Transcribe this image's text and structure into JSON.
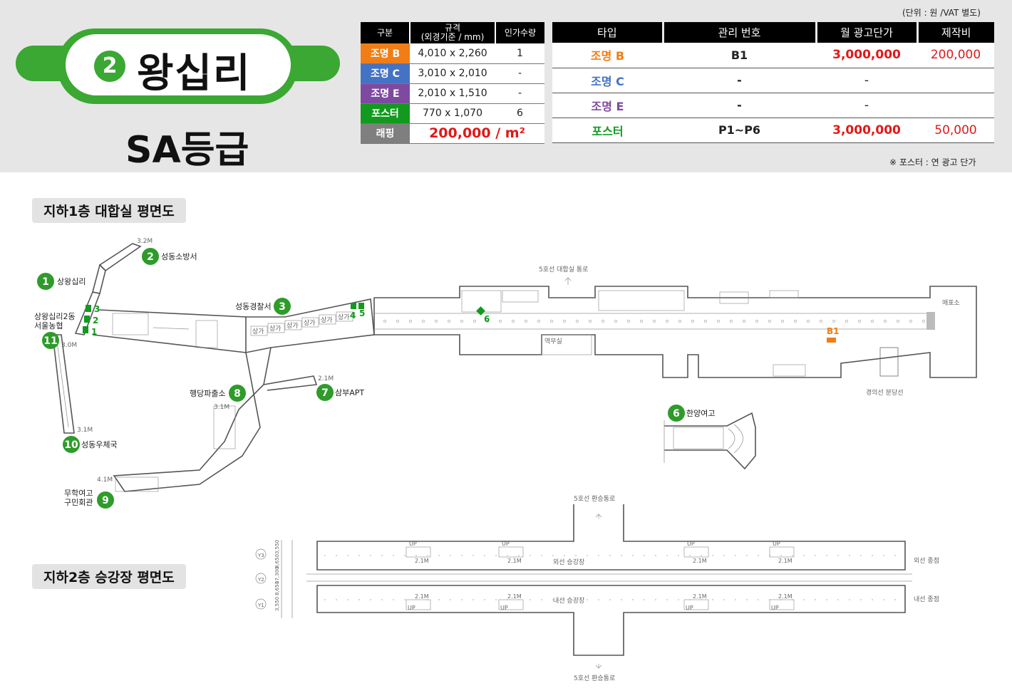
{
  "unit_note": "(단위 : 원 /VAT 별도)",
  "station": {
    "line_number": "2",
    "name": "왕십리",
    "grade": "SA등급"
  },
  "spec_table": {
    "headers": [
      "구분",
      "규격\n(외경기준 / mm)",
      "인가수량"
    ],
    "rows": [
      {
        "label": "조명 B",
        "color": "#f07d16",
        "size": "4,010 x 2,260",
        "qty": "1"
      },
      {
        "label": "조명 C",
        "color": "#4472c4",
        "size": "3,010 x 2,010",
        "qty": "-"
      },
      {
        "label": "조명 E",
        "color": "#7e4aa0",
        "size": "2,010 x 1,510",
        "qty": "-"
      },
      {
        "label": "포스터",
        "color": "#129a1e",
        "size": "770 x 1,070",
        "qty": "6"
      }
    ],
    "wrap": {
      "label": "래핑",
      "color": "#7f7f7f",
      "value": "200,000 / m²"
    }
  },
  "price_table": {
    "headers": [
      "타입",
      "관리 번호",
      "월 광고단가",
      "제작비"
    ],
    "rows": [
      {
        "type": "조명 B",
        "color": "#f07d16",
        "mgmt": "B1",
        "price": "3,000,000",
        "prod": "200,000"
      },
      {
        "type": "조명 C",
        "color": "#4472c4",
        "mgmt": "-",
        "price": "-",
        "prod": ""
      },
      {
        "type": "조명 E",
        "color": "#7e4aa0",
        "mgmt": "-",
        "price": "-",
        "prod": ""
      },
      {
        "type": "포스터",
        "color": "#129a1e",
        "mgmt": "P1~P6",
        "price": "3,000,000",
        "prod": "50,000"
      }
    ]
  },
  "poster_note": "※ 포스터 : 연 광고 단가",
  "floor1": {
    "title": "지하1층 대합실 평면도",
    "exits": [
      {
        "num": "1",
        "name": "상왕십리"
      },
      {
        "num": "2",
        "name": "성동소방서"
      },
      {
        "num": "3",
        "name": "성동경찰서"
      },
      {
        "num": "6",
        "name": "한양여고"
      },
      {
        "num": "7",
        "name": "삼부APT"
      },
      {
        "num": "8",
        "name": "행당파출소"
      },
      {
        "num": "9",
        "name": "무학여고\n구민회관"
      },
      {
        "num": "10",
        "name": "성동우체국"
      },
      {
        "num": "11",
        "name": "상왕십리2동\n서울농협"
      }
    ],
    "poster_marks": [
      "1",
      "2",
      "3",
      "4",
      "5",
      "6"
    ],
    "widths": [
      "3.2M",
      "3.0M",
      "3.1M",
      "3.1M",
      "4.1M",
      "2.1M"
    ],
    "shops": [
      "상가",
      "상가",
      "상가",
      "상가",
      "상가",
      "상가"
    ],
    "labels": {
      "line5_hall": "5호선 대합실 통로",
      "ticket": "매표소",
      "station_office": "역무실",
      "gyeongui": "경의선 분당선",
      "b1": "B1"
    }
  },
  "floor2": {
    "title": "지하2층 승강장 평면도",
    "labels": {
      "transfer_top": "5호선 환승통로",
      "transfer_bottom": "5호선 환승통로",
      "outer_platform": "외선 승강장",
      "inner_platform": "내선 승강장",
      "outer_end": "외선 종점",
      "inner_end": "내선 종점",
      "up": "UP",
      "width": "2.1M"
    },
    "dims": [
      "3,550",
      "8,650",
      "17,300",
      "8,650",
      "3,550"
    ],
    "axes": [
      "Y3",
      "Y2",
      "Y1"
    ]
  }
}
